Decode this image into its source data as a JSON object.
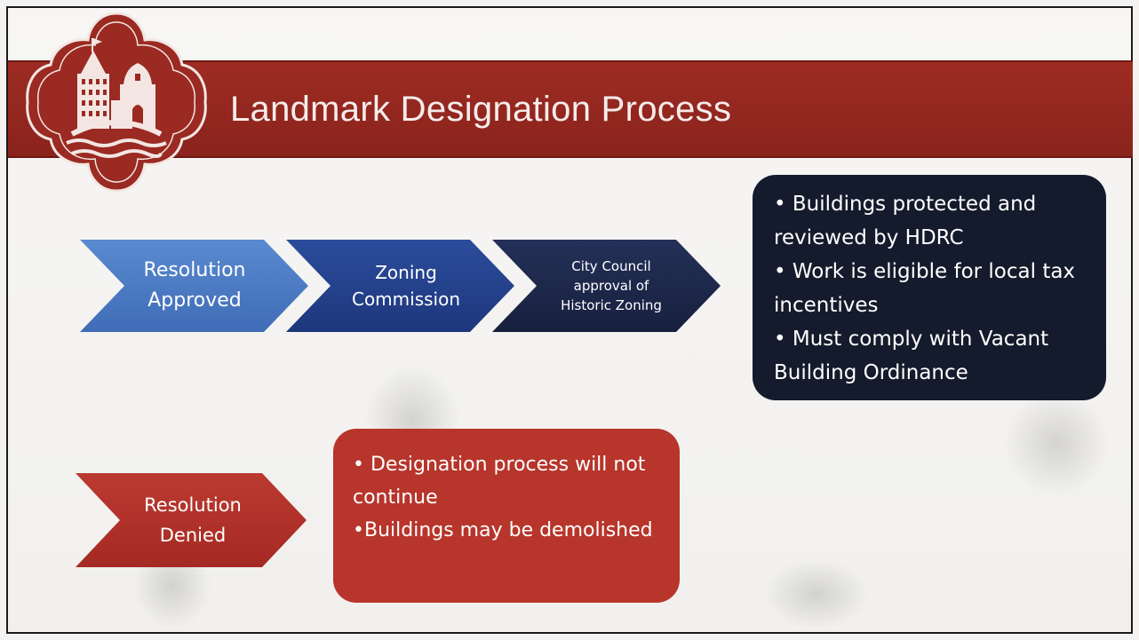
{
  "slide": {
    "title": "Landmark Designation Process",
    "colors": {
      "banner": "#952820",
      "chevron_1": "#4a78c2",
      "chevron_2": "#233f8a",
      "chevron_3": "#1b2548",
      "outcome_approved_box": "#141b2c",
      "denied_chevron": "#b0302a",
      "outcome_denied_box": "#b7352b"
    }
  },
  "logo": {
    "icon": "city-skyline-seal-icon"
  },
  "approval_path": {
    "steps": [
      {
        "label": "Resolution\nApproved"
      },
      {
        "label": "Zoning\nCommission"
      },
      {
        "label": "City Council\napproval of\nHistoric Zoning"
      }
    ],
    "outcome_lines": [
      "• Buildings protected and reviewed by HDRC",
      "• Work is eligible for local tax incentives",
      "• Must comply with Vacant Building Ordinance"
    ]
  },
  "denial_path": {
    "step": {
      "label": "Resolution\nDenied"
    },
    "outcome_lines": [
      "• Designation process will not continue",
      "•Buildings may be demolished"
    ]
  }
}
